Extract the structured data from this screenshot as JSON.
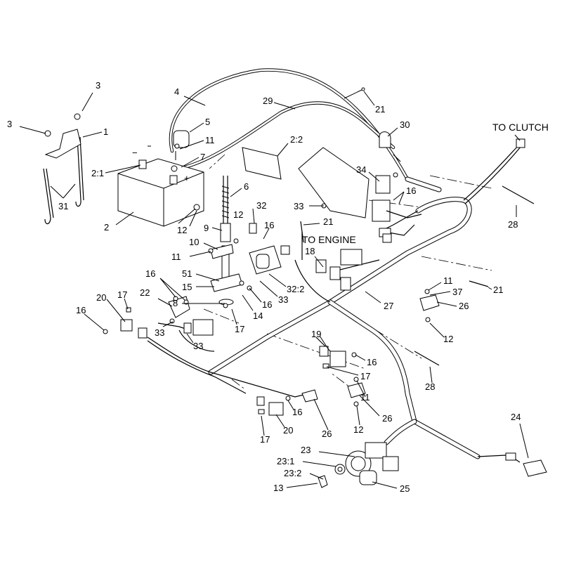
{
  "callouts": [
    {
      "id": "c-3a",
      "text": "3"
    },
    {
      "id": "c-3b",
      "text": "3"
    },
    {
      "id": "c-1",
      "text": "1"
    },
    {
      "id": "c-31",
      "text": "31"
    },
    {
      "id": "c-4",
      "text": "4"
    },
    {
      "id": "c-5",
      "text": "5"
    },
    {
      "id": "c-11a",
      "text": "11"
    },
    {
      "id": "c-7",
      "text": "7"
    },
    {
      "id": "c-2-1",
      "text": "2:1"
    },
    {
      "id": "c-2",
      "text": "2"
    },
    {
      "id": "c-12a",
      "text": "12"
    },
    {
      "id": "c-6",
      "text": "6"
    },
    {
      "id": "c-2-2",
      "text": "2:2"
    },
    {
      "id": "c-29",
      "text": "29"
    },
    {
      "id": "c-21a",
      "text": "21"
    },
    {
      "id": "c-30",
      "text": "30"
    },
    {
      "id": "c-34",
      "text": "34"
    },
    {
      "id": "c-16a",
      "text": "16"
    },
    {
      "id": "c-33a",
      "text": "33"
    },
    {
      "id": "c-28a",
      "text": "28"
    },
    {
      "id": "c-12b",
      "text": "12"
    },
    {
      "id": "c-32",
      "text": "32"
    },
    {
      "id": "c-9",
      "text": "9"
    },
    {
      "id": "c-16b",
      "text": "16"
    },
    {
      "id": "c-21b",
      "text": "21"
    },
    {
      "id": "c-10",
      "text": "10"
    },
    {
      "id": "c-11b",
      "text": "11"
    },
    {
      "id": "c-18",
      "text": "18"
    },
    {
      "id": "c-51",
      "text": "51"
    },
    {
      "id": "c-15",
      "text": "15"
    },
    {
      "id": "c-16c",
      "text": "16"
    },
    {
      "id": "c-32-2",
      "text": "32:2"
    },
    {
      "id": "c-33b",
      "text": "33"
    },
    {
      "id": "c-16d",
      "text": "16"
    },
    {
      "id": "c-14",
      "text": "14"
    },
    {
      "id": "c-8",
      "text": "8"
    },
    {
      "id": "c-17a",
      "text": "17"
    },
    {
      "id": "c-22",
      "text": "22"
    },
    {
      "id": "c-20a",
      "text": "20"
    },
    {
      "id": "c-17b",
      "text": "17"
    },
    {
      "id": "c-16e",
      "text": "16"
    },
    {
      "id": "c-33c",
      "text": "33"
    },
    {
      "id": "c-33d",
      "text": "33"
    },
    {
      "id": "c-11c",
      "text": "11"
    },
    {
      "id": "c-37",
      "text": "37"
    },
    {
      "id": "c-21c",
      "text": "21"
    },
    {
      "id": "c-26a",
      "text": "26"
    },
    {
      "id": "c-27",
      "text": "27"
    },
    {
      "id": "c-12c",
      "text": "12"
    },
    {
      "id": "c-19",
      "text": "19"
    },
    {
      "id": "c-16f",
      "text": "16"
    },
    {
      "id": "c-17c",
      "text": "17"
    },
    {
      "id": "c-28b",
      "text": "28"
    },
    {
      "id": "c-11d",
      "text": "11"
    },
    {
      "id": "c-26b",
      "text": "26"
    },
    {
      "id": "c-12d",
      "text": "12"
    },
    {
      "id": "c-16g",
      "text": "16"
    },
    {
      "id": "c-20b",
      "text": "20"
    },
    {
      "id": "c-26c",
      "text": "26"
    },
    {
      "id": "c-17d",
      "text": "17"
    },
    {
      "id": "c-24",
      "text": "24"
    },
    {
      "id": "c-23",
      "text": "23"
    },
    {
      "id": "c-23-1",
      "text": "23:1"
    },
    {
      "id": "c-23-2",
      "text": "23:2"
    },
    {
      "id": "c-13",
      "text": "13"
    },
    {
      "id": "c-25",
      "text": "25"
    }
  ],
  "labels": {
    "to_clutch": "TO CLUTCH",
    "to_engine": "TO ENGINE",
    "minus_sign": "−",
    "plus_sign": "+"
  }
}
